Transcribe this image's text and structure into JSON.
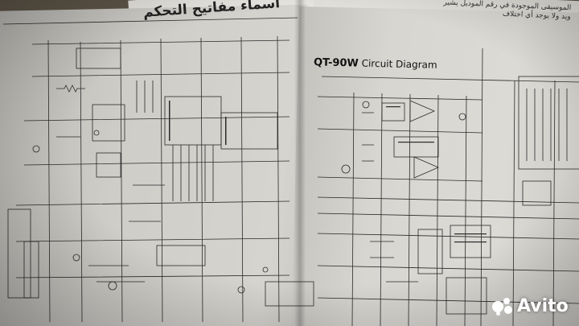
{
  "document": {
    "header_arabic": "أسماء مفاتيح التحكم",
    "header_arabic_right_line1": "الموسيقى الموجودة في رقم الموديل يشير",
    "header_arabic_right_line2": "ويد ولا يوجد أي اختلاف",
    "title_model": "QT-90W",
    "title_text": "Circuit Diagram"
  },
  "watermark": {
    "brand": "Avito",
    "color": "#ffffff"
  }
}
